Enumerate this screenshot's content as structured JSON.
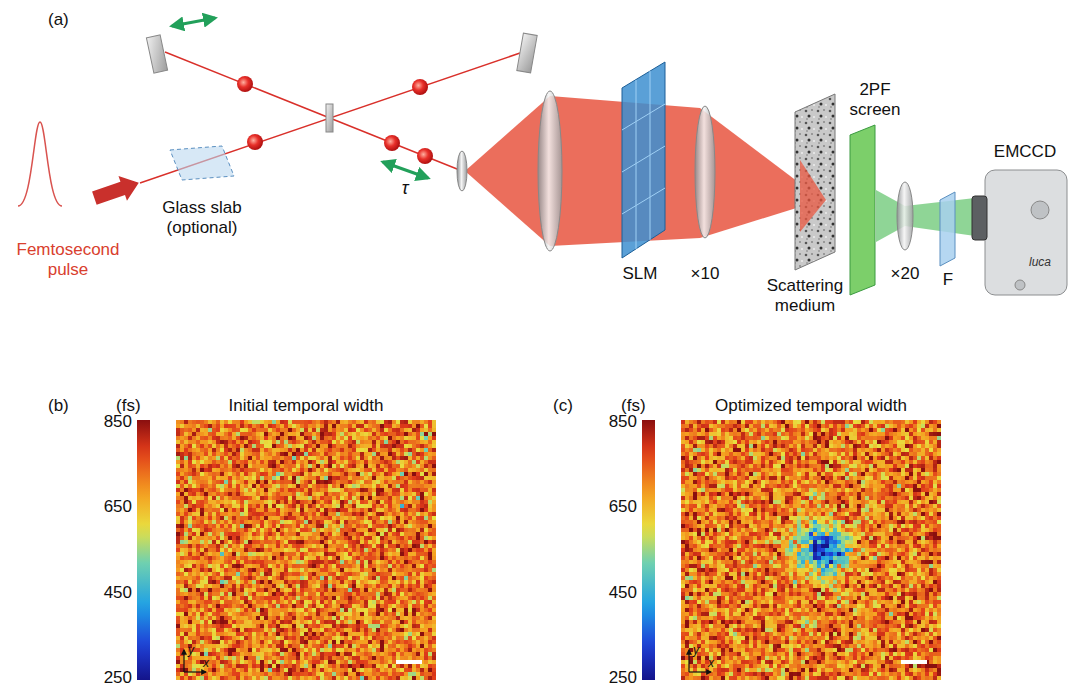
{
  "diagram": {
    "nodes": [
      {
        "text": [
          "Initial temporal width"
        ]
      },
      {
        "text": [
          "Optimized temporal width"
        ]
      }
    ],
    "labels": [
      "(a)",
      "Femtosecond pulse",
      "Glass slab (optional)",
      "τ",
      "SLM",
      "×10",
      "Scattering medium",
      "2PF screen",
      "×20",
      "F",
      "EMCCD",
      "luca",
      "(b)",
      "(fs)",
      "850",
      "650",
      "450",
      "250",
      "y",
      "x",
      "(c)",
      "(fs)",
      "850",
      "650",
      "450",
      "250",
      "y",
      "x"
    ]
  }
}
